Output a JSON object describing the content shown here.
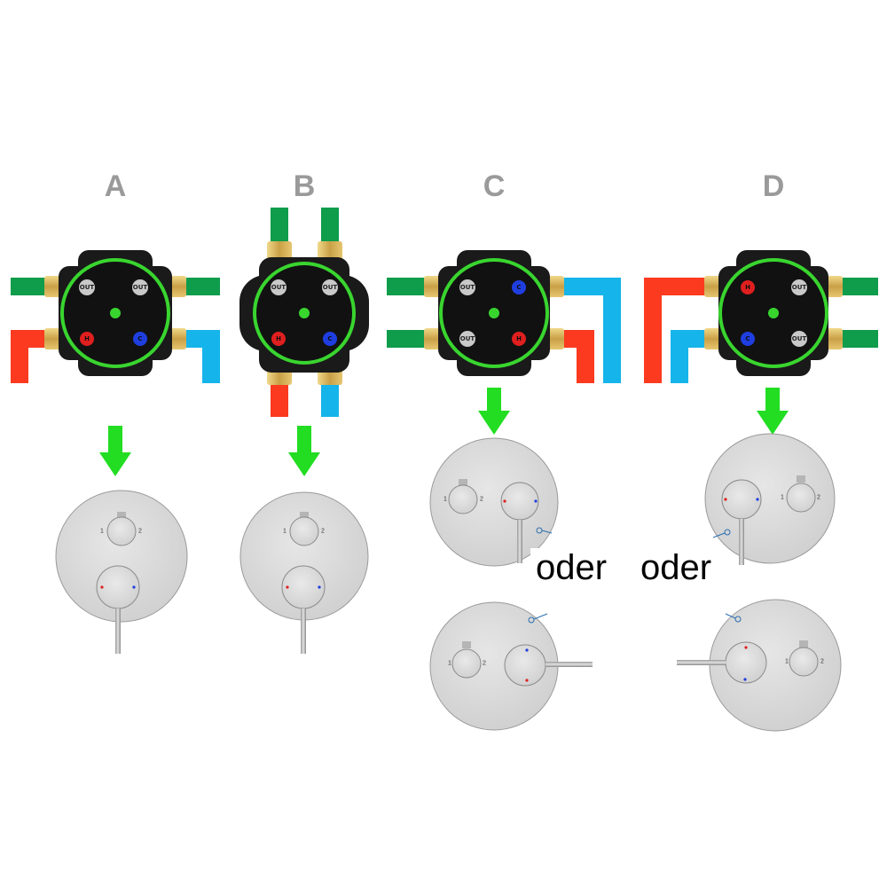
{
  "labels": {
    "a": "A",
    "b": "B",
    "c": "C",
    "d": "D"
  },
  "ports": {
    "out": "OUT",
    "hot": "H",
    "cold": "C"
  },
  "diverter_positions": {
    "one": "1",
    "two": "2"
  },
  "separator": {
    "left": "oder",
    "right": "oder"
  },
  "colors": {
    "hot_pipe": "#fb3a1f",
    "cold_pipe": "#15b4ea",
    "outlet_pipe": "#0f9c4b",
    "arrow": "#22dd22",
    "valve_body": "#1a1a1a",
    "valve_ring": "#39d52f",
    "brass": "#d4b35a",
    "plate": "#dcdcdc",
    "label": "#9a9a9a"
  }
}
